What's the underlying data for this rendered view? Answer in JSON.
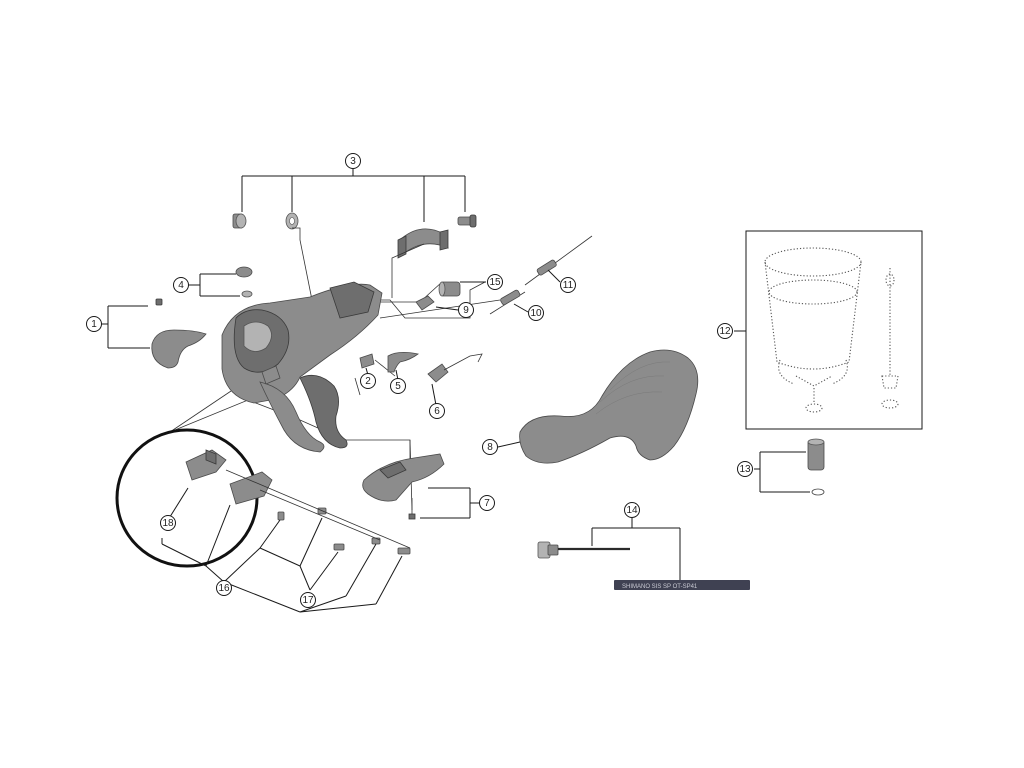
{
  "callouts": [
    {
      "id": "c1",
      "label": "1"
    },
    {
      "id": "c2",
      "label": "2"
    },
    {
      "id": "c3",
      "label": "3"
    },
    {
      "id": "c4",
      "label": "4"
    },
    {
      "id": "c5",
      "label": "5"
    },
    {
      "id": "c6",
      "label": "6"
    },
    {
      "id": "c7",
      "label": "7"
    },
    {
      "id": "c8",
      "label": "8"
    },
    {
      "id": "c9",
      "label": "9"
    },
    {
      "id": "c10",
      "label": "10"
    },
    {
      "id": "c11",
      "label": "11"
    },
    {
      "id": "c12",
      "label": "12"
    },
    {
      "id": "c13",
      "label": "13"
    },
    {
      "id": "c14",
      "label": "14"
    },
    {
      "id": "c15",
      "label": "15"
    },
    {
      "id": "c16",
      "label": "16"
    },
    {
      "id": "c17",
      "label": "17"
    },
    {
      "id": "c18",
      "label": "18"
    }
  ],
  "outer_casing_print": "SHIMANO SIS SP OT-SP41",
  "colors": {
    "part_gray": "#8c8c8c",
    "part_dark": "#6e6e6e",
    "line": "#1a1a1a",
    "outer_casing": "#3f4152"
  }
}
